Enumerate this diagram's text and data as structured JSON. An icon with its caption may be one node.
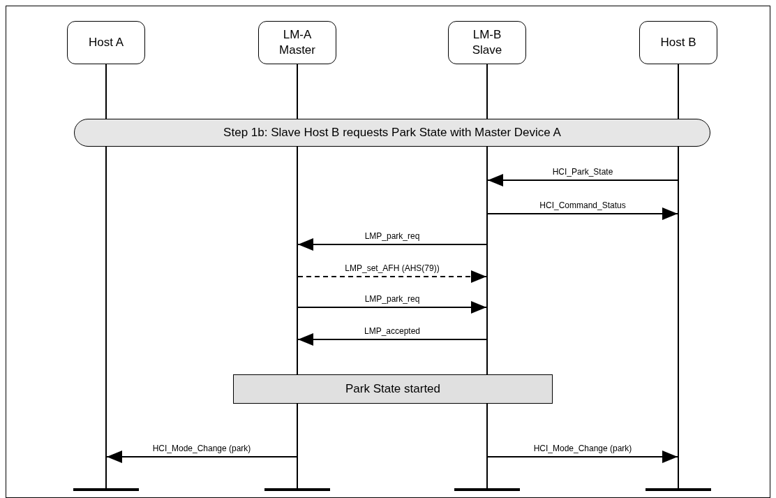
{
  "diagram": {
    "nodes": [
      {
        "text": [
          "Host A"
        ]
      },
      {
        "text": [
          "LM-A Master"
        ]
      },
      {
        "text": [
          "LM-B Slave"
        ]
      },
      {
        "text": [
          "Host B"
        ]
      },
      {
        "text": [],
        "shape": "bar"
      },
      {
        "text": [],
        "shape": "bar"
      },
      {
        "text": [],
        "shape": "bar"
      },
      {
        "text": [],
        "shape": "bar"
      },
      {
        "text": [
          "Step 1b: Slave Host B requests Park State with Master Device A"
        ]
      },
      {
        "text": [
          "Park State started"
        ]
      }
    ],
    "edges": [
      {
        "from": 7,
        "to": 6,
        "arrow": "to",
        "label": "HCI_Park_State"
      },
      {
        "from": 6,
        "to": 7,
        "arrow": "to",
        "label": "HCI_Command_Status"
      },
      {
        "from": 6,
        "to": 5,
        "arrow": "to",
        "label": "LMP_park_req"
      },
      {
        "from": 5,
        "to": 6,
        "arrow": "to",
        "label": "LMP_set_AFH (AHS(79))",
        "style": "dashed"
      },
      {
        "from": 5,
        "to": 6,
        "arrow": "to",
        "label": "LMP_park_req"
      },
      {
        "from": 6,
        "to": 5,
        "arrow": "to",
        "label": "LMP_accepted"
      },
      {
        "from": 5,
        "to": 4,
        "arrow": "to",
        "label": "HCI_Mode_Change (park)"
      },
      {
        "from": 6,
        "to": 7,
        "arrow": "to",
        "label": "HCI_Mode_Change (park)"
      }
    ]
  }
}
